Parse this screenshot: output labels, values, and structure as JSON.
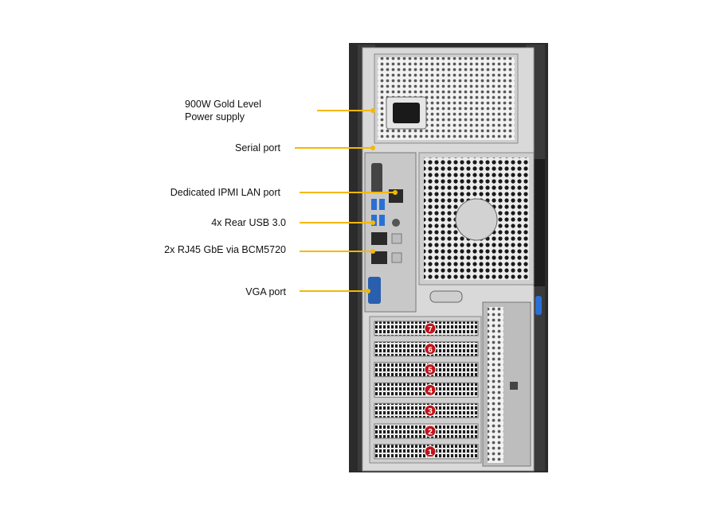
{
  "callouts": {
    "psu": {
      "line1": "900W Gold Level",
      "line2": "Power supply"
    },
    "serial": "Serial port",
    "ipmi": "Dedicated IPMI LAN port",
    "usb": "4x Rear USB 3.0",
    "rj45": "2x RJ45 GbE via BCM5720",
    "vga": "VGA port"
  },
  "slots": [
    "7",
    "6",
    "5",
    "4",
    "3",
    "2",
    "1"
  ],
  "colors": {
    "callout_line": "#f5b800",
    "slot_badge": "#c0141c",
    "chassis": "#2b2b2b",
    "panel": "#d9d9d9",
    "usb": "#2a6fd6",
    "vga": "#2a5fb0"
  }
}
